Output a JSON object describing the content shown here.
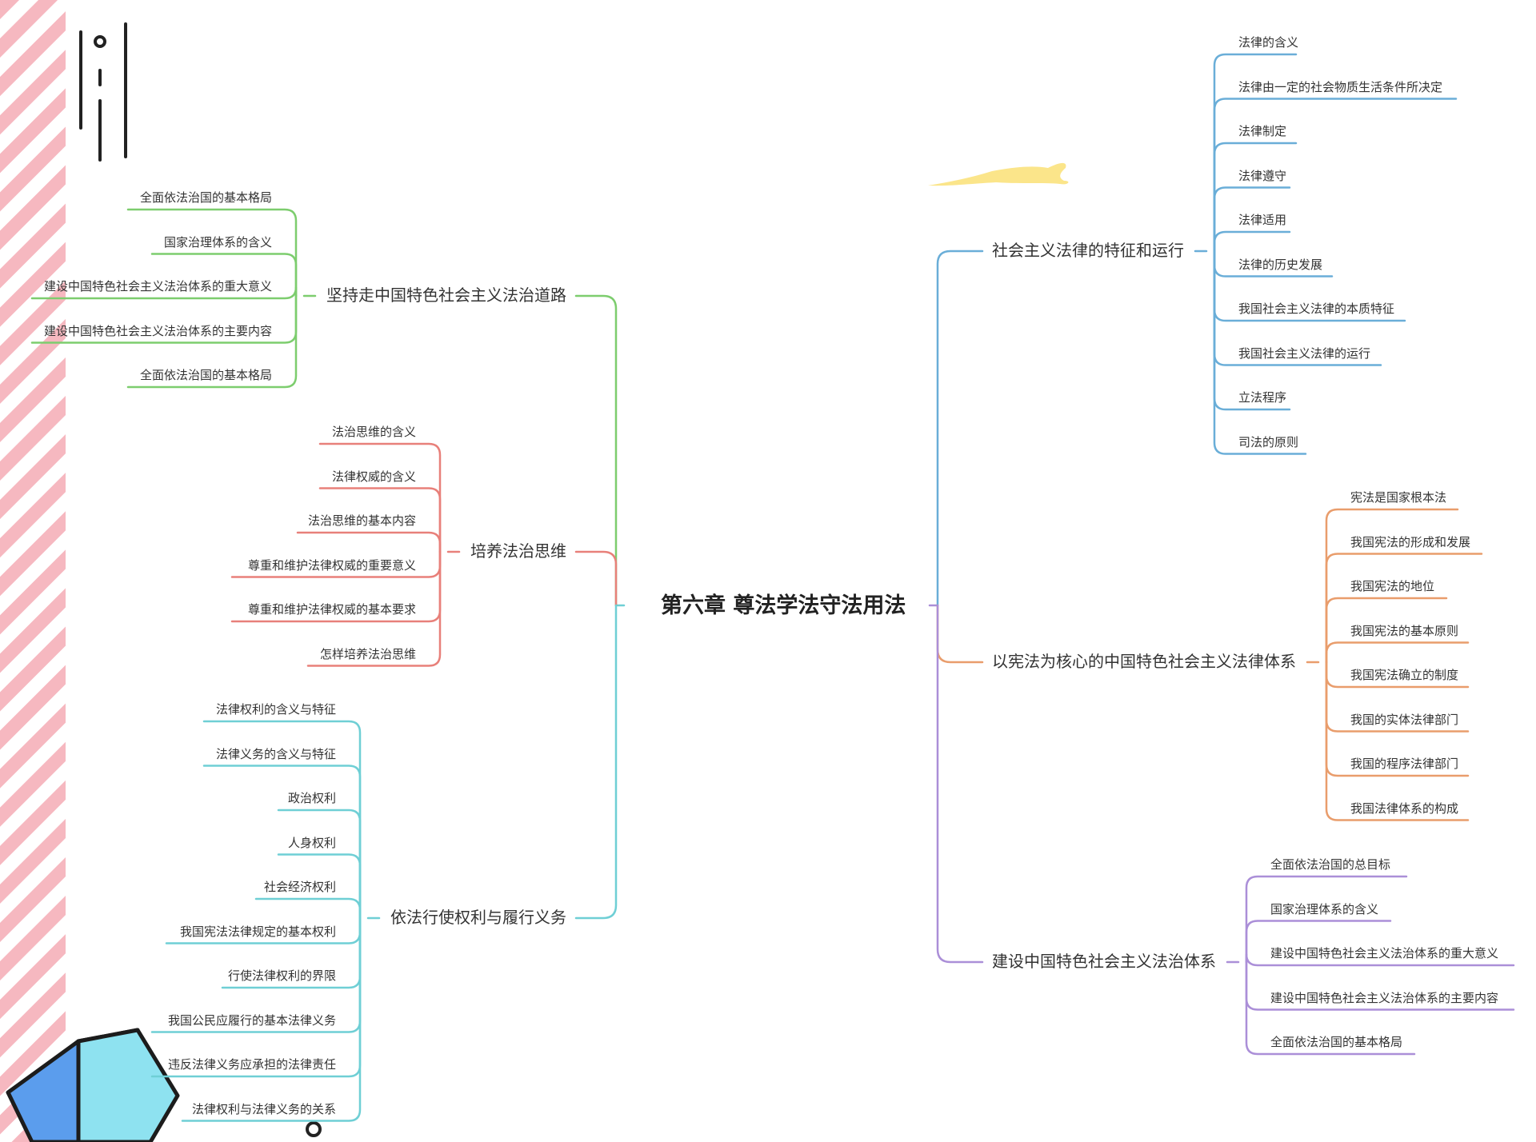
{
  "colors": {
    "green": "#7dcd6e",
    "red": "#e8807a",
    "teal": "#6fcfd5",
    "blue": "#6aaed8",
    "orange": "#e99d6c",
    "purple": "#ab8fd8",
    "stripe_pink": "#f6b8c0",
    "cube_blue": "#5b9ded",
    "cube_cyan": "#8ee2f0",
    "cube_dots": "#d92c66",
    "cloud": "#fbe58a"
  },
  "root": {
    "label": "第六章 尊法学法守法用法"
  },
  "left_branches": [
    {
      "label": "坚持走中国特色社会主义法治道路",
      "color": "green",
      "items": [
        "全面依法治国的基本格局",
        "国家治理体系的含义",
        "建设中国特色社会主义法治体系的重大意义",
        "建设中国特色社会主义法治体系的主要内容",
        "全面依法治国的基本格局"
      ]
    },
    {
      "label": "培养法治思维",
      "color": "red",
      "items": [
        "法治思维的含义",
        "法律权威的含义",
        "法治思维的基本内容",
        "尊重和维护法律权威的重要意义",
        "尊重和维护法律权威的基本要求",
        "怎样培养法治思维"
      ]
    },
    {
      "label": "依法行使权利与履行义务",
      "color": "teal",
      "items": [
        "法律权利的含义与特征",
        "法律义务的含义与特征",
        "政治权利",
        "人身权利",
        "社会经济权利",
        "我国宪法法律规定的基本权利",
        "行使法律权利的界限",
        "我国公民应履行的基本法律义务",
        "违反法律义务应承担的法律责任",
        "法律权利与法律义务的关系"
      ]
    }
  ],
  "right_branches": [
    {
      "label": "社会主义法律的特征和运行",
      "color": "blue",
      "items": [
        "法律的含义",
        "法律由一定的社会物质生活条件所决定",
        "法律制定",
        "法律遵守",
        "法律适用",
        "法律的历史发展",
        "我国社会主义法律的本质特征",
        "我国社会主义法律的运行",
        "立法程序",
        "司法的原则"
      ]
    },
    {
      "label": "以宪法为核心的中国特色社会主义法律体系",
      "color": "orange",
      "items": [
        "宪法是国家根本法",
        "我国宪法的形成和发展",
        "我国宪法的地位",
        "我国宪法的基本原则",
        "我国宪法确立的制度",
        "我国的实体法律部门",
        "我国的程序法律部门",
        "我国法律体系的构成"
      ]
    },
    {
      "label": "建设中国特色社会主义法治体系",
      "color": "purple",
      "items": [
        "全面依法治国的总目标",
        "国家治理体系的含义",
        "建设中国特色社会主义法治体系的重大意义",
        "建设中国特色社会主义法治体系的主要内容",
        "全面依法治国的基本格局"
      ]
    }
  ]
}
